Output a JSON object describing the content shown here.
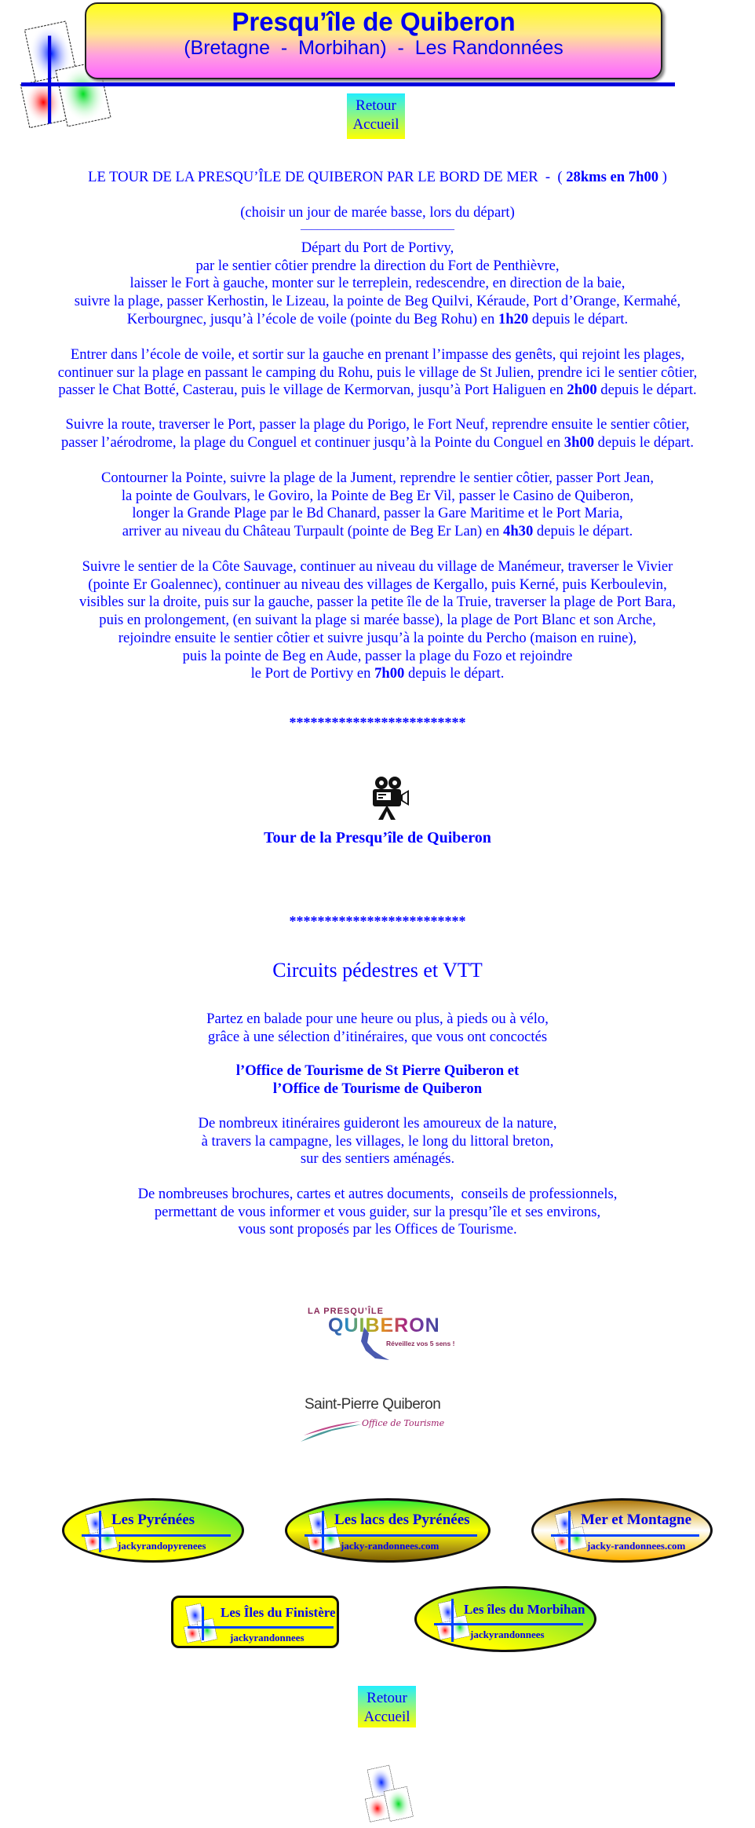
{
  "header": {
    "title": "Presqu’île de Quiberon",
    "subtitle": "(Bretagne  -  Morbihan)  -  Les Randonnées"
  },
  "nav": {
    "retour_top": [
      "Retour",
      "Accueil"
    ],
    "retour_bottom": [
      "Retour",
      "Accueil"
    ]
  },
  "intro": {
    "title_pre": "LE TOUR DE LA PRESQU’ÎLE DE QUIBERON PAR LE BORD DE MER  -  ( ",
    "title_bold": "28kms en 7h00",
    "title_post": " )",
    "note": "(choisir un jour de marée basse, lors du départ)",
    "separator": "____________________________"
  },
  "paragraphs": [
    [
      [
        "Départ du Port de Portivy,"
      ],
      [
        "par le sentier côtier prendre la direction du Fort de Penthièvre,"
      ],
      [
        "laisser le Fort à gauche, monter sur le terreplein, redescendre, en direction de la baie,"
      ],
      [
        "suivre la plage, passer Kerhostin, le Lizeau, la pointe de Beg Quilvi, Kéraude, Port d’Orange, Kermahé,"
      ],
      [
        "Kerbourgnec, jusqu’à l’école de voile (pointe du Beg Rohu) en ",
        "1h20",
        " depuis le départ."
      ]
    ],
    [
      [
        "Entrer dans l’école de voile, et sortir sur la gauche en prenant l’impasse des genêts, qui rejoint les plages,"
      ],
      [
        "continuer sur la plage en passant le camping du Rohu, puis le village de St Julien, prendre ici le sentier côtier,"
      ],
      [
        "passer le Chat Botté, Casterau, puis le village de Kermorvan, jusqu’à Port Haliguen en ",
        "2h00",
        " depuis le départ."
      ]
    ],
    [
      [
        "Suivre la route, traverser le Port, passer la plage du Porigo, le Fort Neuf, reprendre ensuite le sentier côtier,"
      ],
      [
        "passer l’aérodrome, la plage du Conguel et continuer jusqu’à la Pointe du Conguel en ",
        "3h00",
        " depuis le départ."
      ]
    ],
    [
      [
        "Contourner la Pointe, suivre la plage de la Jument, reprendre le sentier côtier, passer Port Jean,"
      ],
      [
        "la pointe de Goulvars, le Goviro, la Pointe de Beg Er Vil, passer le Casino de Quiberon,"
      ],
      [
        "longer la Grande Plage par le Bd Chanard, passer la Gare Maritime et le Port Maria,"
      ],
      [
        "arriver au niveau du Château Turpault (pointe de Beg Er Lan) en ",
        "4h30",
        " depuis le départ."
      ]
    ],
    [
      [
        "Suivre le sentier de la Côte Sauvage, continuer au niveau du village de Manémeur, traverser le Vivier"
      ],
      [
        "(pointe Er Goalennec), continuer au niveau des villages de Kergallo, puis Kerné, puis Kerboulevin,"
      ],
      [
        "visibles sur la droite, puis sur la gauche, passer la petite île de la Truie, traverser la plage de Port Bara,"
      ],
      [
        "puis en prolongement, (en suivant la plage si marée basse), la plage de Port Blanc et son Arche,"
      ],
      [
        "rejoindre ensuite le sentier côtier et suivre jusqu’à la pointe du Percho (maison en ruine),"
      ],
      [
        "puis la pointe de Beg en Aude, passer la plage du Fozo et rejoindre"
      ],
      [
        "le Port de Portivy en ",
        "7h00",
        " depuis le départ."
      ]
    ]
  ],
  "separator_stars": "*************************",
  "video": {
    "icon": "movie-camera-icon",
    "label": "Tour de la Presqu’île de Quiberon"
  },
  "circuits": {
    "title": "Circuits pédestres et VTT",
    "blocks": [
      {
        "bold": false,
        "lines": [
          "Partez en balade pour une heure ou plus, à pieds ou à vélo,",
          "grâce à une sélection d’itinéraires, que vous ont concoctés"
        ]
      },
      {
        "bold": true,
        "lines": [
          "l’Office de Tourisme de St Pierre Quiberon et",
          "l’Office de Tourisme de Quiberon"
        ]
      },
      {
        "bold": false,
        "lines": [
          "De nombreux itinéraires guideront les amoureux de la nature,",
          "à travers la campagne, les villages, le long du littoral breton,",
          "sur des sentiers aménagés."
        ]
      },
      {
        "bold": false,
        "lines": [
          "De nombreuses brochures, cartes et autres documents,  conseils de professionnels,",
          "permettant de vous informer et vous guider, sur la presqu’île et ses environs,",
          "vous sont proposés par les Offices de Tourisme."
        ]
      }
    ]
  },
  "logos": {
    "quiberon": {
      "top": "LA PRESQU’ÎLE",
      "main": "QUIBERON",
      "tagline": "Réveillez vos 5 sens !"
    },
    "stpierre": {
      "main": "Saint-Pierre Quiberon",
      "sub": "Office de Tourisme"
    }
  },
  "links": [
    {
      "title": "Les Pyrénées",
      "url": "jackyrandopyrenees"
    },
    {
      "title": "Les lacs des Pyrénées",
      "url": "jacky-randonnees.com"
    },
    {
      "title": "Mer et Montagne",
      "url": "jacky-randonnees.com"
    },
    {
      "title": "Les Îles du Finistère",
      "url": "jackyrandonnees"
    },
    {
      "title": "Les îles du Morbihan",
      "url": "jackyrandonnees"
    }
  ],
  "colors": {
    "text": "#0000ff",
    "rule": "#0000dd"
  }
}
